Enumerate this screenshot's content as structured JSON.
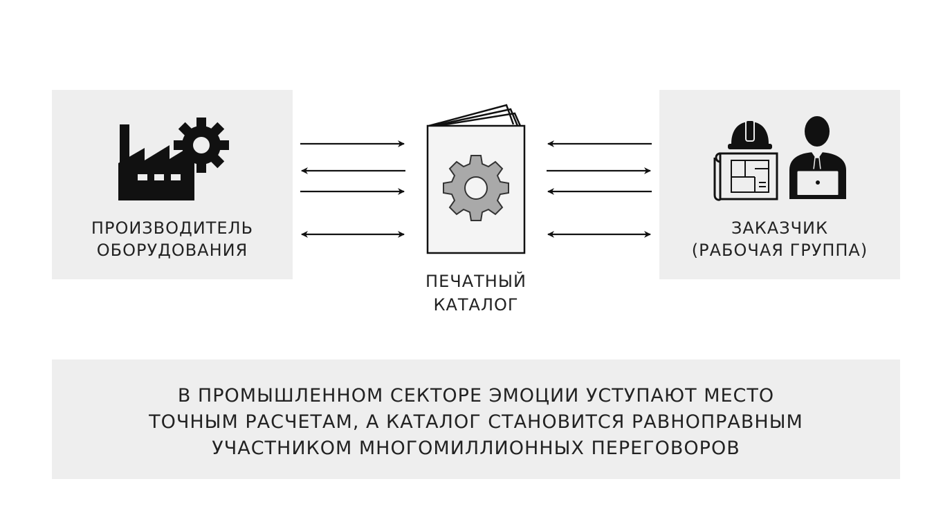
{
  "left": {
    "label_line1": "ПРОИЗВОДИТЕЛЬ",
    "label_line2": "ОБОРУДОВАНИЯ",
    "icon": "factory-gear-icon"
  },
  "center": {
    "label_line1": "ПЕЧАТНЫЙ",
    "label_line2": "КАТАЛОГ",
    "icon": "catalog-gear-icon"
  },
  "right": {
    "label_line1": "ЗАКАЗЧИК",
    "label_line2": "(РАБОЧАЯ ГРУППА)",
    "icons": [
      "hard-hat-icon",
      "blueprint-icon",
      "businessman-laptop-icon"
    ]
  },
  "caption": {
    "line1": "В ПРОМЫШЛЕННОМ СЕКТОРЕ ЭМОЦИИ УСТУПАЮТ МЕСТО",
    "line2": "ТОЧНЫМ РАСЧЕТАМ, А КАТАЛОГ СТАНОВИТСЯ РАВНОПРАВНЫМ",
    "line3": "УЧАСТНИКОМ МНОГОМИЛЛИОННЫХ ПЕРЕГОВОРОВ"
  },
  "colors": {
    "panel": "#eeeeee",
    "ink": "#111111",
    "gear": "#aaaaaa"
  }
}
